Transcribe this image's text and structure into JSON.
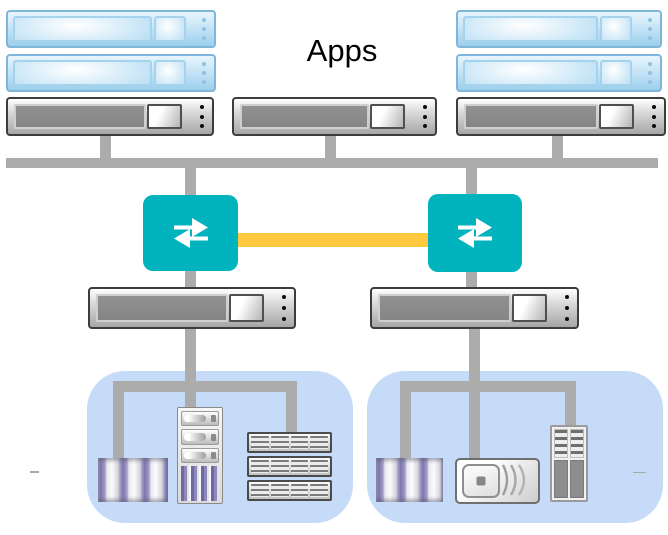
{
  "title": "Apps",
  "colors": {
    "connector": "#acacac",
    "switch-teal": "#00b3bc",
    "link-yellow": "#ffc93f",
    "group-blue": "#c5dbf8",
    "blue-border": "#7eb6dc",
    "blue-body": "#bfe1f4",
    "dark-border": "#3d3d3d",
    "stripe-purple": "#8781b3"
  },
  "nodes": {
    "app_servers_left_count": 2,
    "app_servers_right_count": 2,
    "lan_servers_count": 3,
    "san_switches_count": 2,
    "storage_servers_count": 2,
    "left_storage_group_devices": [
      "tape-silo",
      "tape-library-tower",
      "disk-array-shelves"
    ],
    "right_storage_group_devices": [
      "tape-silo",
      "disk-subsystem",
      "storage-cabinet"
    ],
    "disk_array_shelf_count": 3
  },
  "links": {
    "lan_bus": "gray",
    "inter_switch_link": "yellow"
  }
}
